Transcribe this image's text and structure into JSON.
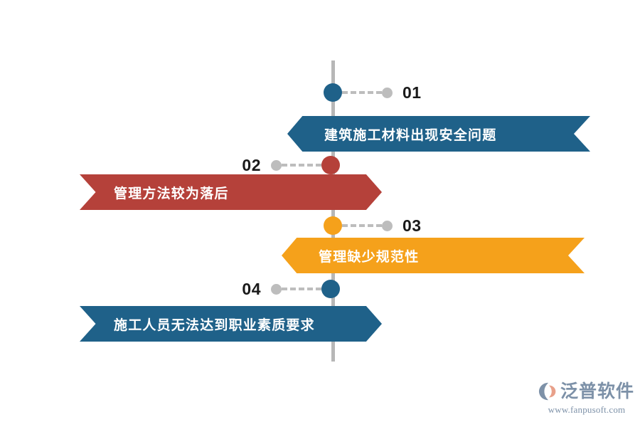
{
  "diagram": {
    "type": "vertical-timeline-arrow-banners",
    "axis": {
      "color": "#b7b7b7",
      "orientation": "vertical"
    },
    "colors": {
      "blue": "#1f6189",
      "red": "#b5413a",
      "orange": "#f5a11b",
      "gray_dot": "#bdbdbd",
      "axis_gray": "#b7b7b7",
      "label_text": "#1a1a1a",
      "banner_text": "#ffffff",
      "logo": "#7d91a8",
      "logo_accent": "#e8a08a"
    },
    "steps": [
      {
        "number": "01",
        "label": "建筑施工材料出现安全问题",
        "color": "#1f6189",
        "banner_side": "right",
        "number_side": "right",
        "arrow_direction": "left"
      },
      {
        "number": "02",
        "label": "管理方法较为落后",
        "color": "#b5413a",
        "banner_side": "left",
        "number_side": "left",
        "arrow_direction": "right"
      },
      {
        "number": "03",
        "label": "管理缺少规范性",
        "color": "#f5a11b",
        "banner_side": "right",
        "number_side": "right",
        "arrow_direction": "left"
      },
      {
        "number": "04",
        "label": "施工人员无法达到职业素质要求",
        "color": "#1f6189",
        "banner_side": "left",
        "number_side": "left",
        "arrow_direction": "right"
      }
    ]
  },
  "logo": {
    "name": "泛普软件",
    "url": "www.fanpusoft.com"
  }
}
